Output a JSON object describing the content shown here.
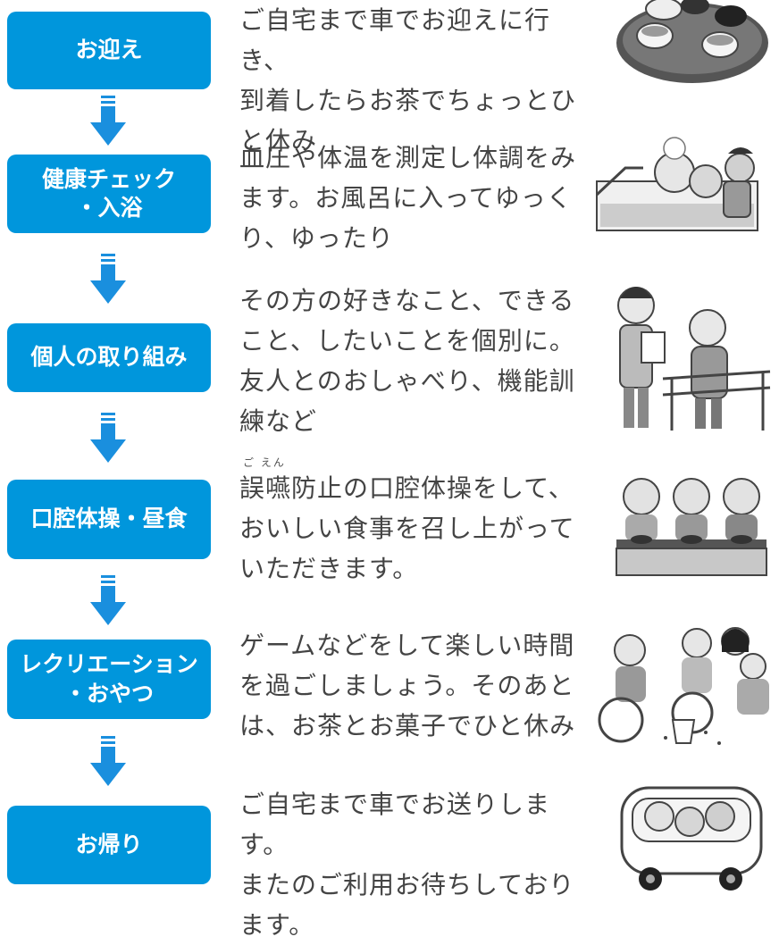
{
  "steps": [
    {
      "box_lines": [
        "お迎え"
      ],
      "desc_lines": [
        "ご自宅まで車でお迎えに行き、",
        "到着したらお茶でちょっとひ",
        "と休み"
      ],
      "icon": "tea-tray-icon"
    },
    {
      "box_lines": [
        "健康チェック",
        "・入浴"
      ],
      "desc_lines": [
        "血圧や体温を測定し体調をみ",
        "ます。お風呂に入ってゆっく",
        "り、ゆったり"
      ],
      "icon": "bath-icon"
    },
    {
      "box_lines": [
        "個人の取り組み"
      ],
      "desc_lines": [
        "その方の好きなこと、できる",
        "こと、したいことを個別に。",
        "友人とのおしゃべり、機能訓",
        "練など"
      ],
      "icon": "rehab-icon"
    },
    {
      "box_lines": [
        "口腔体操・昼食"
      ],
      "desc_lines": [
        "誤嚥防止の口腔体操をして、",
        "おいしい食事を召し上がって",
        "いただきます。"
      ],
      "ruby": "ご えん",
      "icon": "meal-icon"
    },
    {
      "box_lines": [
        "レクリエーション",
        "・おやつ"
      ],
      "desc_lines": [
        "ゲームなどをして楽しい時間",
        "を過ごしましょう。そのあと",
        "は、お茶とお菓子でひと休み"
      ],
      "icon": "recreation-icon"
    },
    {
      "box_lines": [
        "お帰り"
      ],
      "desc_lines": [
        "ご自宅まで車でお送りします。",
        "またのご利用お待ちしており",
        "ます。"
      ],
      "icon": "van-icon"
    }
  ],
  "colors": {
    "box": "#0096dc",
    "arrow": "#1a8fde",
    "text": "#444444"
  }
}
